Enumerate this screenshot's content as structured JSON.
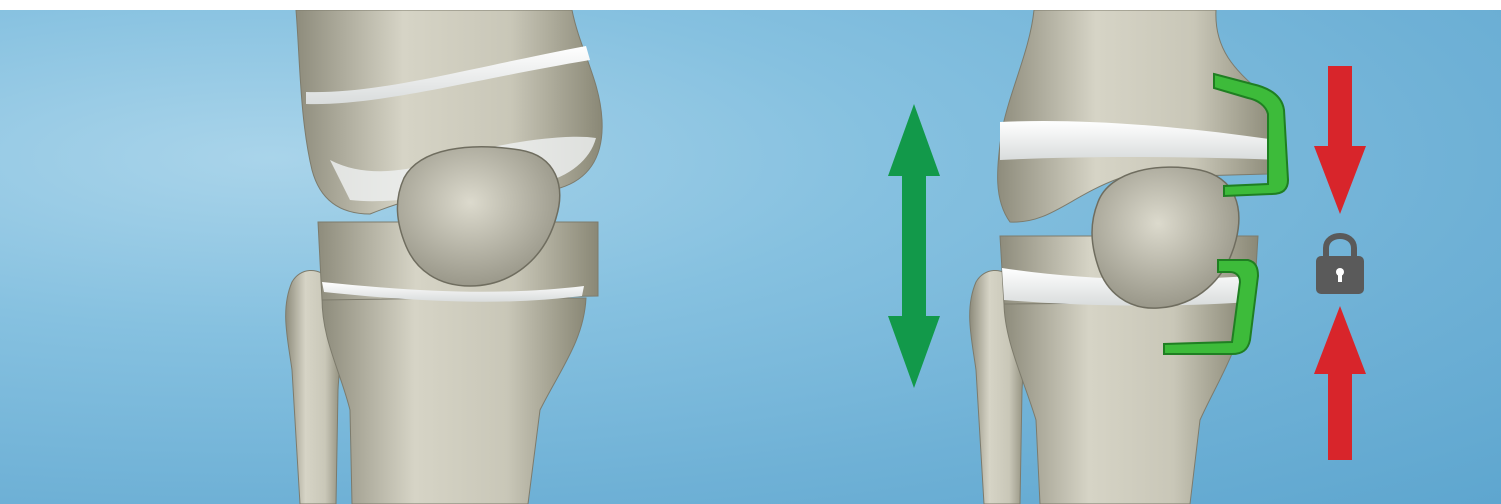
{
  "figure": {
    "panels": [
      {
        "id": "knee-before",
        "description_key": "unfixed-knee"
      },
      {
        "id": "knee-after",
        "description_key": "fixed-knee-with-staples"
      }
    ],
    "colors": {
      "background": "#7bbad9",
      "bone": "#d3d1c3",
      "bone_shadow": "#8a8878",
      "cartilage": "#f4f6f6",
      "green_arrow": "#12994a",
      "staple": "#3dbb3a",
      "red_arrow": "#d8252b",
      "lock": "#5a5a5a"
    },
    "icons": [
      "double-headed-arrow-icon",
      "compression-arrow-down-icon",
      "compression-arrow-up-icon",
      "lock-icon"
    ]
  }
}
